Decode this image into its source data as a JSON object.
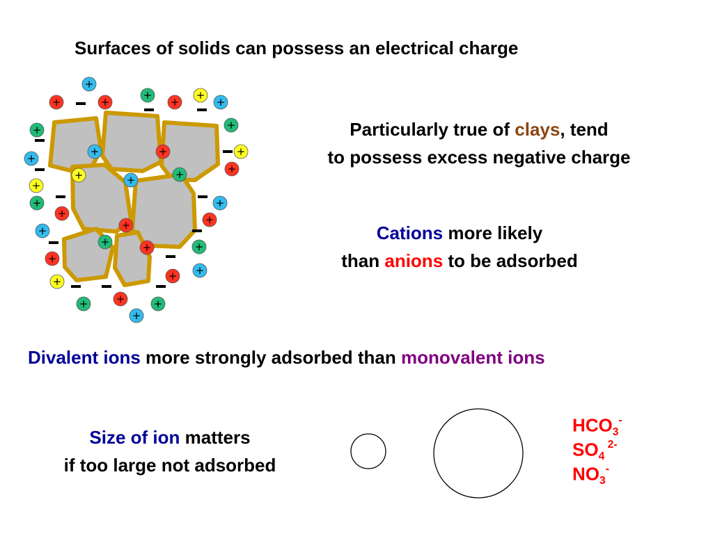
{
  "title": "Surfaces of solids can possess an electrical charge",
  "colors": {
    "clay": "#8b4513",
    "cation": "#000099",
    "anion": "#ff0000",
    "monovalent": "#800080",
    "divalent": "#000099",
    "size": "#000099",
    "ion_formula": "#ff0000",
    "particle_fill": "#c0c0c0",
    "particle_rim": "#cc9900",
    "ion_red": "#ff3322",
    "ion_blue": "#33bbee",
    "ion_green": "#22bb77",
    "ion_yellow": "#ffff22"
  },
  "clays_statement": {
    "line1_before": "Particularly true of ",
    "line1_highlight": "clays",
    "line1_after": ", tend",
    "line2": "to possess excess negative charge"
  },
  "cation_statement": {
    "cations": "Cations",
    "line1_after": " more likely",
    "line2_before": "than ",
    "anions": "anions",
    "line2_after": " to be adsorbed"
  },
  "divalent_statement": {
    "divalent": "Divalent ions",
    "middle": " more strongly adsorbed than ",
    "monovalent": "monovalent ions"
  },
  "size_statement": {
    "size": "Size of ion",
    "line1_after": " matters",
    "line2": "if too large not adsorbed"
  },
  "ions": [
    {
      "base": "HCO",
      "sub": "3",
      "sup": "-"
    },
    {
      "base": "SO",
      "sub": "4",
      "sup": " 2-"
    },
    {
      "base": "NO",
      "sub": "3",
      "sup": "-"
    }
  ],
  "symbols": {
    "plus": "+",
    "minus": "-"
  }
}
